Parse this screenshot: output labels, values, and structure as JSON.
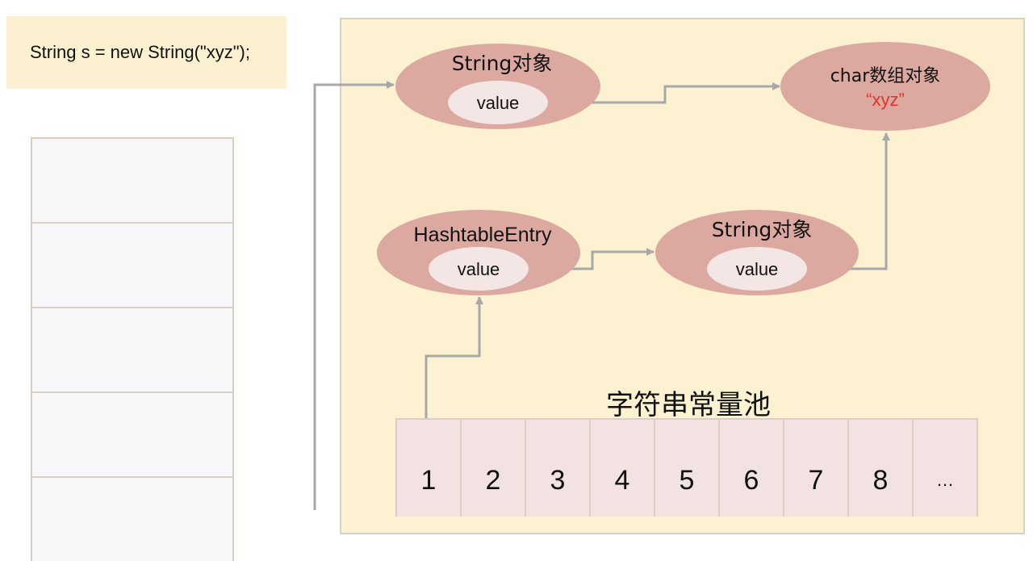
{
  "code": "String s = new String(\"xyz\");",
  "stack": {
    "cells": 5
  },
  "heap": {
    "string_object_top": {
      "title": "String对象",
      "field": "value"
    },
    "char_array": {
      "title": "char数组对象",
      "value": "“xyz”"
    },
    "hashtable_entry": {
      "title": "HashtableEntry",
      "field": "value"
    },
    "string_object_pool": {
      "title": "String对象",
      "field": "value"
    }
  },
  "pool": {
    "title": "字符串常量池",
    "slots": [
      "1",
      "2",
      "3",
      "4",
      "5",
      "6",
      "7",
      "8",
      "…"
    ]
  },
  "colors": {
    "heap_bg": "#fcf1d0",
    "object": "#dca9a0",
    "field": "#f5e6e6",
    "arrow": "#a8a8a8",
    "string_value": "#e8302a"
  }
}
